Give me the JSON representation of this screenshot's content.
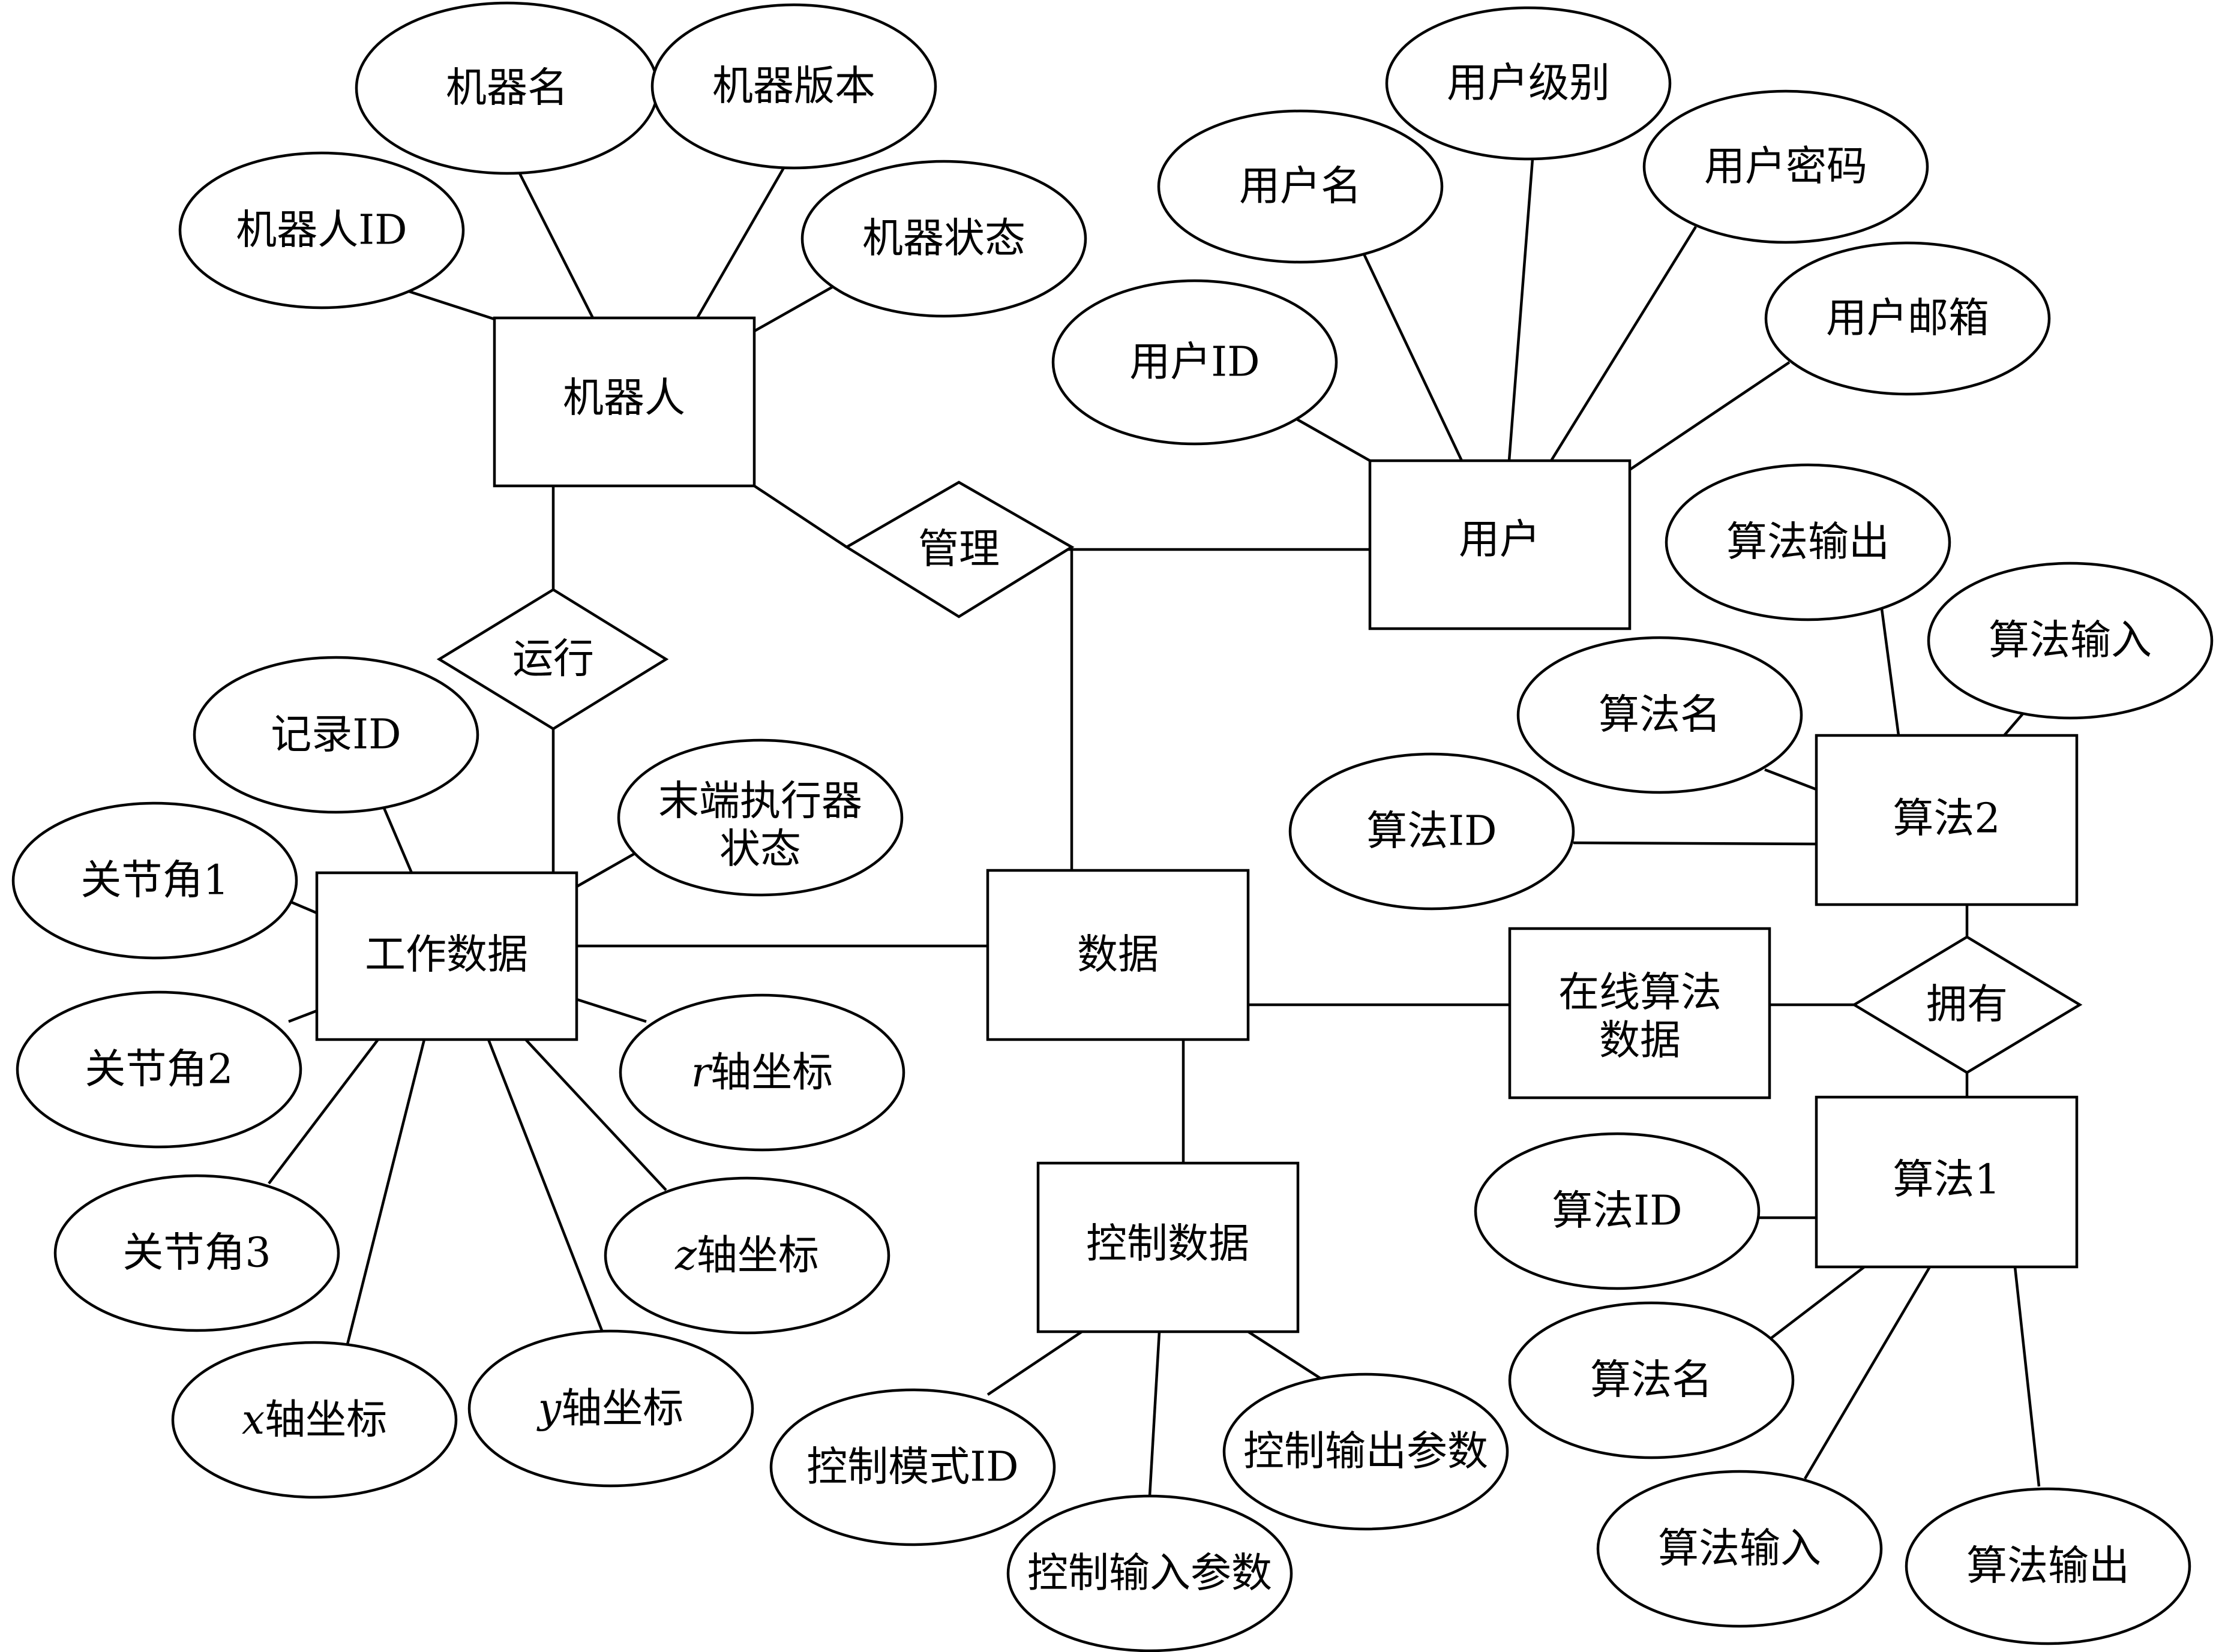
{
  "entities": {
    "robot": "机器人",
    "user": "用户",
    "work_data": "工作数据",
    "data": "数据",
    "control_data": "控制数据",
    "online_algo_data": [
      "在线算法",
      "数据"
    ],
    "algo1": "算法1",
    "algo2": "算法2"
  },
  "relationships": {
    "manage": "管理",
    "run": "运行",
    "own": "拥有"
  },
  "attributes": {
    "robot": {
      "id": "机器人ID",
      "name": "机器名",
      "version": "机器版本",
      "status": "机器状态"
    },
    "user": {
      "id": "用户ID",
      "name": "用户名",
      "level": "用户级别",
      "password": "用户密码",
      "email": "用户邮箱"
    },
    "work_data": {
      "record_id": "记录ID",
      "end_effector_status": [
        "末端执行器",
        "状态"
      ],
      "joint1": "关节角1",
      "joint2": "关节角2",
      "joint3": "关节角3",
      "x_axis": {
        "var": "x",
        "text": "轴坐标"
      },
      "y_axis": {
        "var": "y",
        "text": "轴坐标"
      },
      "z_axis": {
        "var": "z",
        "text": "轴坐标"
      },
      "r_axis": {
        "var": "r",
        "text": "轴坐标"
      }
    },
    "control_data": {
      "mode_id": "控制模式ID",
      "input_params": "控制输入参数",
      "output_params": "控制输出参数"
    },
    "algo2": {
      "output": "算法输出",
      "input": "算法输入",
      "name": "算法名",
      "id": "算法ID"
    },
    "algo1": {
      "id": "算法ID",
      "name": "算法名",
      "input": "算法输入",
      "output": "算法输出"
    }
  }
}
